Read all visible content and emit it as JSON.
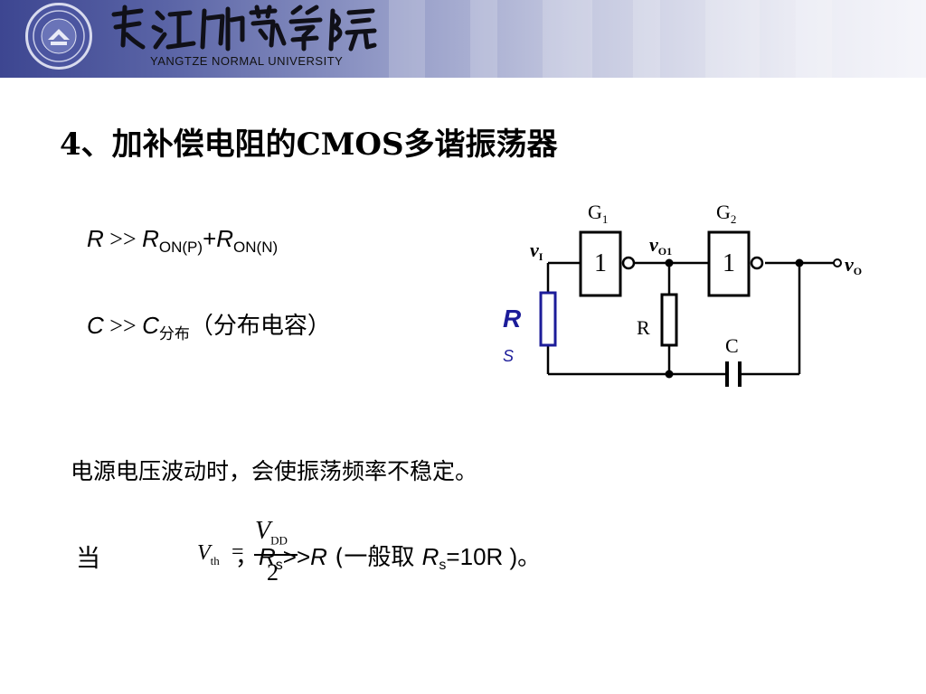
{
  "banner": {
    "university_en": "YANGTZE NORMAL UNIVERSITY",
    "calligraphy_text": "长江师范学院",
    "colors": {
      "dark": "#3d4691",
      "light": "#f5f5fa"
    }
  },
  "title": "4、加补偿电阻的CMOS多谐振荡器",
  "eq1": {
    "r": "R",
    "gt": " >> ",
    "r_on": "R",
    "on_p": "ON(P)",
    "plus": "+",
    "r_on2": "R",
    "on_n": "ON(N)"
  },
  "eq2": {
    "c": "C",
    "gt": " >> ",
    "c2": "C",
    "sub": "分布",
    "note": "（分布电容）"
  },
  "note": "电源电压波动时，会使振荡频率不稳定。",
  "condition": {
    "prefix": "当",
    "vth": "V",
    "vth_sub": "th",
    "equals": "=",
    "num": "V",
    "num_sub": "DD",
    "den": "2",
    "comma": "，",
    "rs": "R",
    "rs_sub": "s",
    "gt_r": ">>",
    "r": "R",
    "paren": " (一般取 ",
    "rs2": "R",
    "rs2_sub": "s",
    "val": "=10R )。"
  },
  "circuit": {
    "gate1_name": "G",
    "gate1_sub": "1",
    "gate2_name": "G",
    "gate2_sub": "2",
    "gate_symbol": "1",
    "vi": "v",
    "vi_sub": "I",
    "vo1": "v",
    "vo1_sub": "O1",
    "vo": "v",
    "vo_sub": "O",
    "rs_label": "R",
    "rs_sub": "S",
    "r_label": "R",
    "c_label": "C",
    "colors": {
      "rs": "#1c1c99"
    }
  }
}
